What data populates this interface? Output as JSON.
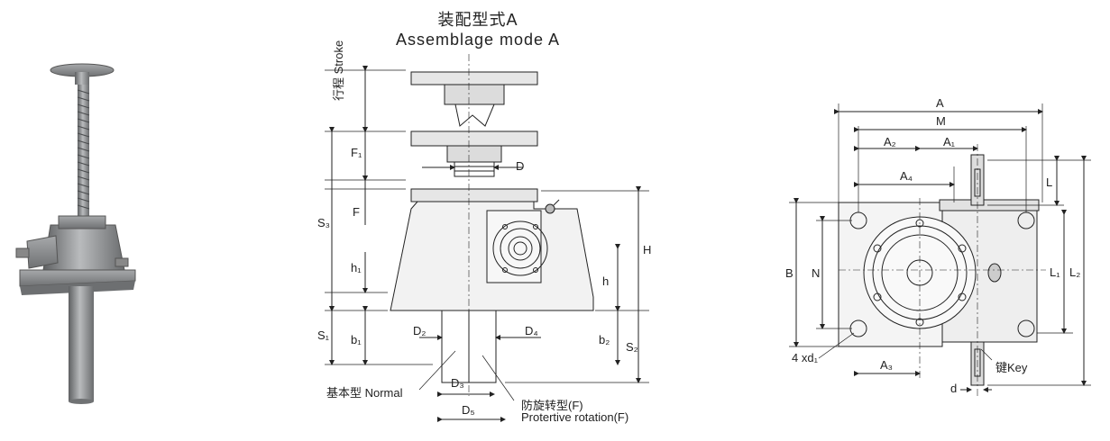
{
  "title_cn": "装配型式A",
  "title_en": "Assemblage mode A",
  "front_view": {
    "stroke_cn": "行程",
    "stroke_en": "Stroke",
    "normal_label": "基本型 Normal",
    "protective_cn": "防旋转型(F)",
    "protective_en": "Protertive rotation(F)",
    "dims": {
      "F1": "F₁",
      "F": "F",
      "S3": "S₃",
      "h1": "h₁",
      "S1": "S₁",
      "b1": "b₁",
      "D": "D",
      "H": "H",
      "h": "h",
      "b2": "b₂",
      "S2": "S₂",
      "D2": "D₂",
      "D4": "D₄",
      "D3": "D₃",
      "D5": "D₅"
    }
  },
  "top_view": {
    "dims": {
      "A": "A",
      "M": "M",
      "A2": "A₂",
      "A1": "A₁",
      "A4": "A₄",
      "A3": "A₃",
      "L": "L",
      "L1": "L₁",
      "L2": "L₂",
      "B": "B",
      "N": "N",
      "d": "d"
    },
    "holes_label": "4 xd₁",
    "key_label": "键Key"
  }
}
